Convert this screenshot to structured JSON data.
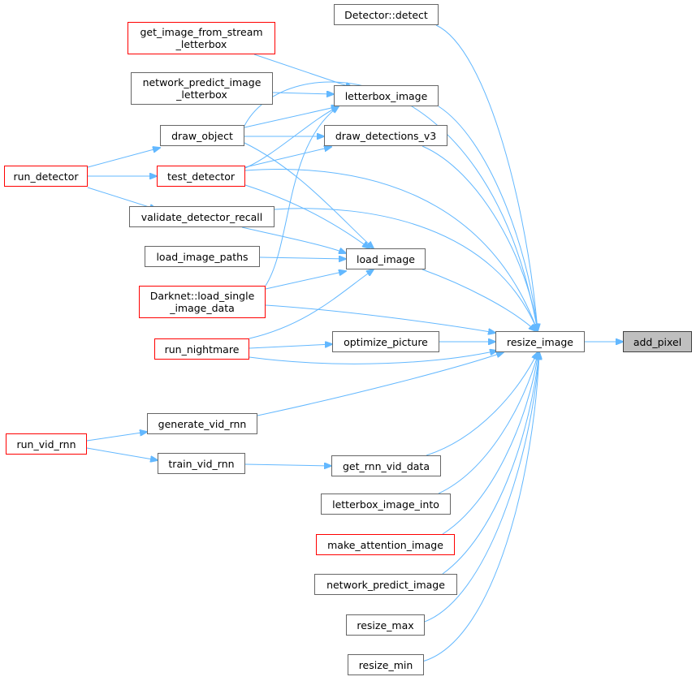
{
  "diagram": {
    "colors": {
      "edge": "#63b8ff",
      "node_border": "#666666",
      "node_border_link": "#ff0000",
      "current_fill": "#bfbfbf"
    },
    "nodes": {
      "add_pixel": "add_pixel",
      "resize_image": "resize_image",
      "detector_detect": "Detector::detect",
      "get_image_from_stream_letterbox": "get_image_from_stream\n_letterbox",
      "network_predict_image_letterbox": "network_predict_image\n_letterbox",
      "letterbox_image": "letterbox_image",
      "draw_object": "draw_object",
      "draw_detections_v3": "draw_detections_v3",
      "run_detector": "run_detector",
      "test_detector": "test_detector",
      "validate_detector_recall": "validate_detector_recall",
      "load_image_paths": "load_image_paths",
      "load_image": "load_image",
      "darknet_load_single_image_data": "Darknet::load_single\n_image_data",
      "run_nightmare": "run_nightmare",
      "optimize_picture": "optimize_picture",
      "generate_vid_rnn": "generate_vid_rnn",
      "run_vid_rnn": "run_vid_rnn",
      "train_vid_rnn": "train_vid_rnn",
      "get_rnn_vid_data": "get_rnn_vid_data",
      "letterbox_image_into": "letterbox_image_into",
      "make_attention_image": "make_attention_image",
      "network_predict_image": "network_predict_image",
      "resize_max": "resize_max",
      "resize_min": "resize_min"
    }
  }
}
